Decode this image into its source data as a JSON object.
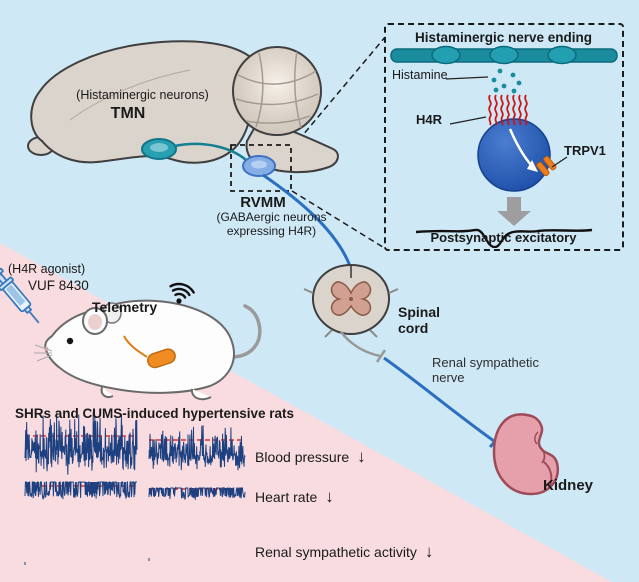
{
  "diagram": {
    "brain": {
      "neurons_note": "(Histaminergic neurons)",
      "tmn_label": "TMN",
      "rvmm_label": "RVMM",
      "rvmm_note": "(GABAergic neurons expressing H4R)"
    },
    "inset": {
      "title": "Histaminergic nerve ending",
      "histamine_label": "Histamine",
      "h4r_label": "H4R",
      "trpv1_label": "TRPV1",
      "caption": "Postsynaptic excitatory"
    },
    "experiment": {
      "agonist_note": "(H4R agonist)",
      "agonist_name": "VUF 8430",
      "telemetry_label": "Telemetry",
      "subjects_label": "SHRs and CUMS-induced hypertensive rats"
    },
    "results": [
      {
        "label": "Blood pressure",
        "arrow": "↓"
      },
      {
        "label": "Heart rate",
        "arrow": "↓"
      },
      {
        "label": "Renal sympathetic activity",
        "arrow": "↓"
      }
    ],
    "anatomy": {
      "spinal_cord_label": "Spinal cord",
      "renal_nerve_label": "Renal sympathetic nerve",
      "kidney_label": "Kidney"
    },
    "colors": {
      "background_blue": "#cfe8f6",
      "background_pink": "#f8dce0",
      "teal": "#1b8c9e",
      "nerve_blue": "#2a6fc0",
      "trace_navy": "#1d4080",
      "threshold_red": "#e03030",
      "kidney_pink": "#e5a0ab",
      "implant_orange": "#ef8c24",
      "receptor_red": "#cc1414",
      "neuron_blue": "#1d4fa8"
    }
  }
}
